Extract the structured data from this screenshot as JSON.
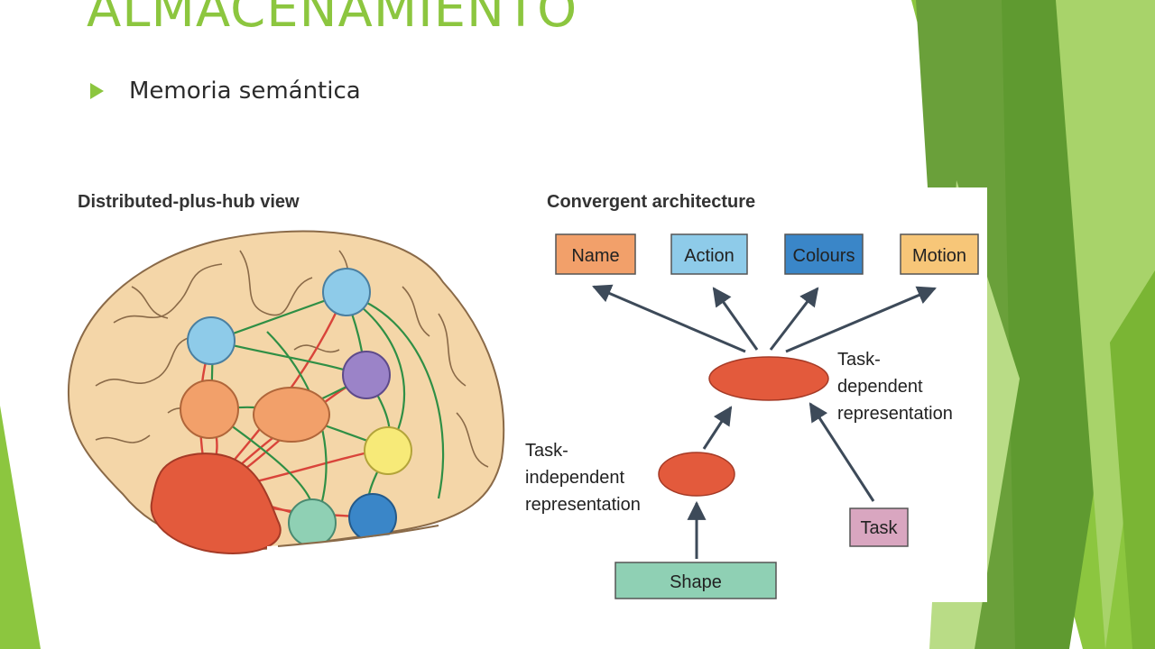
{
  "slide": {
    "title": "ALMACENAMIENTO",
    "bullet": "Memoria semántica"
  },
  "figure": {
    "left_panel_title": "Distributed-plus-hub view",
    "right_panel_title": "Convergent architecture",
    "outputs": [
      {
        "label": "Name",
        "color": "#f2a06a"
      },
      {
        "label": "Action",
        "color": "#8ecbe9"
      },
      {
        "label": "Colours",
        "color": "#3a86c8"
      },
      {
        "label": "Motion",
        "color": "#f7c678"
      }
    ],
    "task_dependent_lines": [
      "Task-",
      "dependent",
      "representation"
    ],
    "task_independent_lines": [
      "Task-",
      "independent",
      "representation"
    ],
    "input_label": "Shape",
    "task_label": "Task"
  },
  "colors": {
    "accent": "#8cc63f",
    "hub": "#e35a3c",
    "brain": "#f4d6a8",
    "shape_box": "#8fd0b4",
    "task_box": "#d9a6c0"
  }
}
